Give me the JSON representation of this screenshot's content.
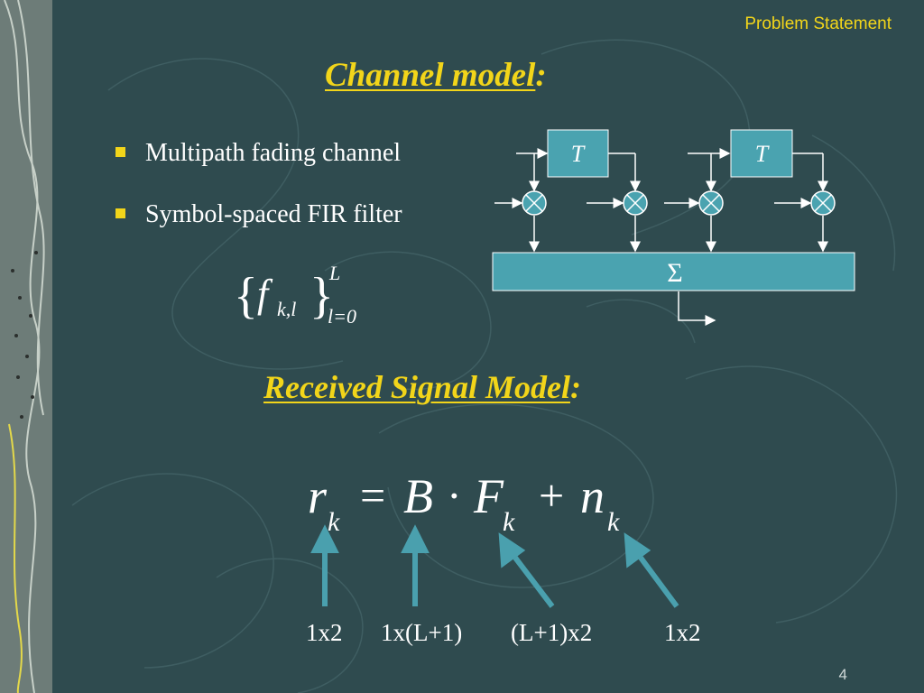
{
  "header": {
    "section_title": "Problem Statement"
  },
  "headings": {
    "channel_model": "Channel model",
    "received_signal_model": "Received Signal Model",
    "colon": ":"
  },
  "bullets": [
    {
      "label": "Multipath fading channel"
    },
    {
      "label": "Symbol-spaced FIR filter"
    }
  ],
  "filter_set": {
    "f": "f",
    "subscript": "k,l",
    "upper": "L",
    "lower": "l=0",
    "open_brace": "{",
    "close_brace": "}"
  },
  "fir_diagram": {
    "delay_label": "T",
    "sum_label": "Σ"
  },
  "equation": {
    "r": "r",
    "r_sub": "k",
    "eq": "=",
    "B": "B",
    "dot": "·",
    "F": "F",
    "F_sub": "k",
    "plus": "+",
    "n": "n",
    "n_sub": "k"
  },
  "dimensions": [
    "1x2",
    "1x(L+1)",
    "(L+1)x2",
    "1x2"
  ],
  "page_number": "4",
  "colors": {
    "background": "#2f4b4f",
    "heading": "#f2d51a",
    "box_fill": "#4aa3b0",
    "arrow": "#4aa0ae",
    "text": "#ffffff"
  }
}
